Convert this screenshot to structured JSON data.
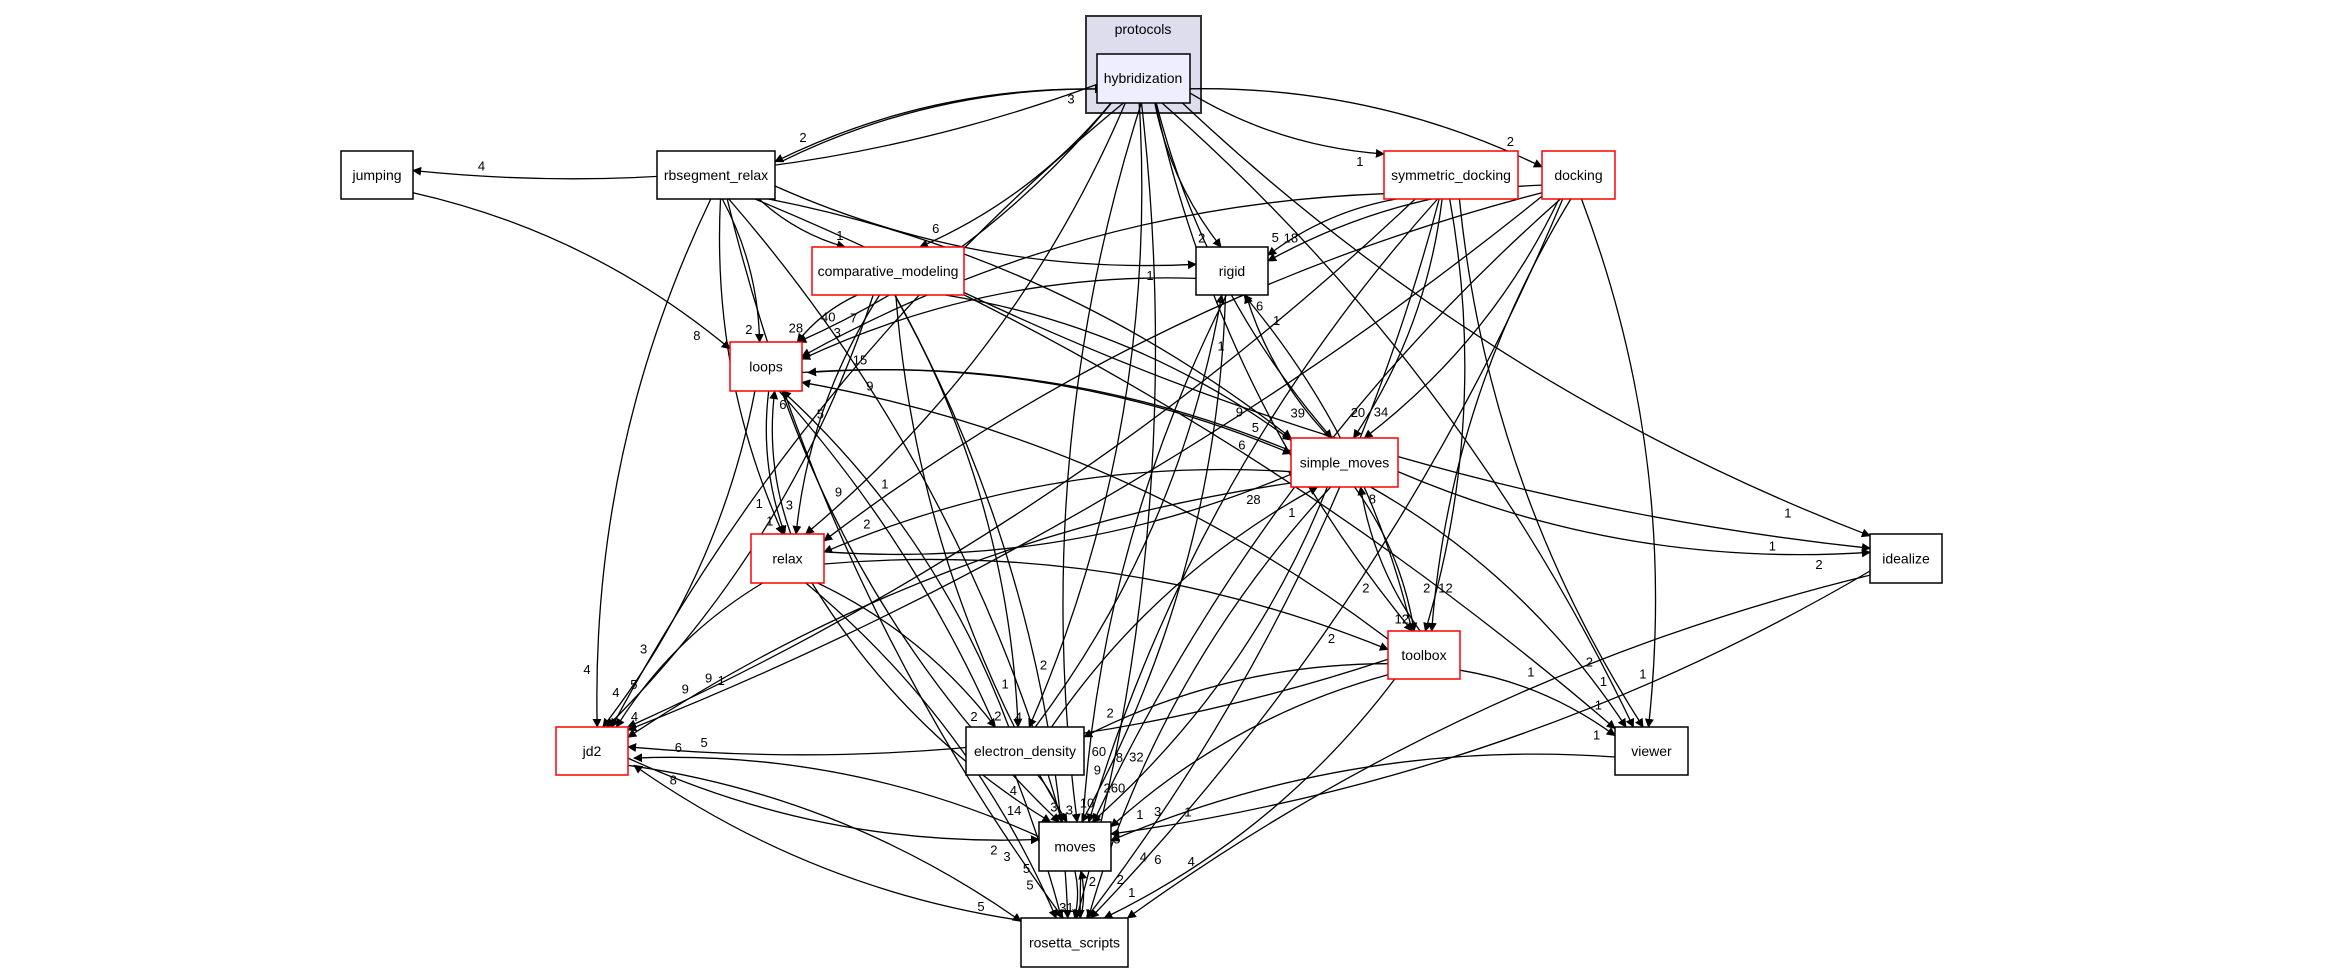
{
  "cluster": {
    "label": "protocols",
    "fill": "#ddddee"
  },
  "focus": {
    "id": "hybridization",
    "label": "hybridization",
    "fill": "#eeeeff"
  },
  "colors": {
    "has_subdirs_border": "#ff0000",
    "plain_border": "#000000",
    "edge": "#000000"
  },
  "nodes": [
    {
      "id": "jumping",
      "label": "jumping",
      "has_subdirs": false
    },
    {
      "id": "rbsegment_relax",
      "label": "rbsegment_relax",
      "has_subdirs": false
    },
    {
      "id": "comparative_modeling",
      "label": "comparative_modeling",
      "has_subdirs": true
    },
    {
      "id": "loops",
      "label": "loops",
      "has_subdirs": true
    },
    {
      "id": "symmetric_docking",
      "label": "symmetric_docking",
      "has_subdirs": true
    },
    {
      "id": "docking",
      "label": "docking",
      "has_subdirs": true
    },
    {
      "id": "rigid",
      "label": "rigid",
      "has_subdirs": false
    },
    {
      "id": "simple_moves",
      "label": "simple_moves",
      "has_subdirs": true
    },
    {
      "id": "relax",
      "label": "relax",
      "has_subdirs": true
    },
    {
      "id": "jd2",
      "label": "jd2",
      "has_subdirs": true
    },
    {
      "id": "electron_density",
      "label": "electron_density",
      "has_subdirs": false
    },
    {
      "id": "moves",
      "label": "moves",
      "has_subdirs": false
    },
    {
      "id": "rosetta_scripts",
      "label": "rosetta_scripts",
      "has_subdirs": false
    },
    {
      "id": "toolbox",
      "label": "toolbox",
      "has_subdirs": true
    },
    {
      "id": "viewer",
      "label": "viewer",
      "has_subdirs": false
    },
    {
      "id": "idealize",
      "label": "idealize",
      "has_subdirs": false
    }
  ],
  "edges": [
    {
      "from": "hybridization",
      "to": "jumping",
      "count": "4"
    },
    {
      "from": "hybridization",
      "to": "rbsegment_relax",
      "count": "2"
    },
    {
      "from": "hybridization",
      "to": "comparative_modeling",
      "count": "6"
    },
    {
      "from": "hybridization",
      "to": "symmetric_docking",
      "count": "1"
    },
    {
      "from": "hybridization",
      "to": "docking",
      "count": "2"
    },
    {
      "from": "hybridization",
      "to": "rigid",
      "count": "2"
    },
    {
      "from": "hybridization",
      "to": "loops",
      "count": "40"
    },
    {
      "from": "hybridization",
      "to": "simple_moves",
      "count": "39"
    },
    {
      "from": "hybridization",
      "to": "relax",
      "count": "9"
    },
    {
      "from": "hybridization",
      "to": "jd2",
      "count": "3"
    },
    {
      "from": "hybridization",
      "to": "electron_density",
      "count": "2"
    },
    {
      "from": "hybridization",
      "to": "moves",
      "count": "60"
    },
    {
      "from": "hybridization",
      "to": "rosetta_scripts",
      "count": "5"
    },
    {
      "from": "hybridization",
      "to": "toolbox",
      "count": "2"
    },
    {
      "from": "hybridization",
      "to": "viewer",
      "count": "2"
    },
    {
      "from": "hybridization",
      "to": "idealize",
      "count": "1"
    },
    {
      "from": "rbsegment_relax",
      "to": "hybridization",
      "count": "3"
    },
    {
      "from": "rbsegment_relax",
      "to": "comparative_modeling",
      "count": "1"
    },
    {
      "from": "rbsegment_relax",
      "to": "loops",
      "count": "2"
    },
    {
      "from": "rbsegment_relax",
      "to": "rigid",
      "count": "1"
    },
    {
      "from": "rbsegment_relax",
      "to": "simple_moves",
      "count": "9"
    },
    {
      "from": "rbsegment_relax",
      "to": "relax",
      "count": "1"
    },
    {
      "from": "rbsegment_relax",
      "to": "viewer",
      "count": "1"
    },
    {
      "from": "rbsegment_relax",
      "to": "jd2",
      "count": "4"
    },
    {
      "from": "rbsegment_relax",
      "to": "moves",
      "count": "4"
    },
    {
      "from": "rbsegment_relax",
      "to": "rosetta_scripts",
      "count": "3"
    },
    {
      "from": "jumping",
      "to": "loops",
      "count": "8"
    },
    {
      "from": "comparative_modeling",
      "to": "loops",
      "count": "28"
    },
    {
      "from": "comparative_modeling",
      "to": "simple_moves",
      "count": "5"
    },
    {
      "from": "comparative_modeling",
      "to": "relax",
      "count": "3"
    },
    {
      "from": "comparative_modeling",
      "to": "electron_density",
      "count": "1"
    },
    {
      "from": "comparative_modeling",
      "to": "idealize",
      "count": "1"
    },
    {
      "from": "comparative_modeling",
      "to": "jd2",
      "count": "5"
    },
    {
      "from": "comparative_modeling",
      "to": "moves",
      "count": "2"
    },
    {
      "from": "comparative_modeling",
      "to": "rosetta_scripts",
      "count": "3"
    },
    {
      "from": "symmetric_docking",
      "to": "rigid",
      "count": "5"
    },
    {
      "from": "symmetric_docking",
      "to": "simple_moves",
      "count": "20"
    },
    {
      "from": "symmetric_docking",
      "to": "loops",
      "count": "7"
    },
    {
      "from": "symmetric_docking",
      "to": "toolbox",
      "count": "2"
    },
    {
      "from": "symmetric_docking",
      "to": "viewer",
      "count": "1"
    },
    {
      "from": "symmetric_docking",
      "to": "jd2",
      "count": "9"
    },
    {
      "from": "symmetric_docking",
      "to": "moves",
      "count": "8"
    },
    {
      "from": "symmetric_docking",
      "to": "rosetta_scripts",
      "count": "4"
    },
    {
      "from": "docking",
      "to": "rigid",
      "count": "18"
    },
    {
      "from": "docking",
      "to": "simple_moves",
      "count": "34"
    },
    {
      "from": "docking",
      "to": "toolbox",
      "count": "12"
    },
    {
      "from": "docking",
      "to": "viewer",
      "count": "1"
    },
    {
      "from": "docking",
      "to": "relax",
      "count": "1"
    },
    {
      "from": "docking",
      "to": "jd2",
      "count": "1"
    },
    {
      "from": "docking",
      "to": "moves",
      "count": "32"
    },
    {
      "from": "docking",
      "to": "rosetta_scripts",
      "count": "6"
    },
    {
      "from": "rigid",
      "to": "loops",
      "count": "3"
    },
    {
      "from": "rigid",
      "to": "moves",
      "count": "9"
    },
    {
      "from": "rigid",
      "to": "rosetta_scripts",
      "count": "3"
    },
    {
      "from": "loops",
      "to": "simple_moves",
      "count": "6"
    },
    {
      "from": "loops",
      "to": "relax",
      "count": "1"
    },
    {
      "from": "loops",
      "to": "jd2",
      "count": "4"
    },
    {
      "from": "loops",
      "to": "moves",
      "count": "4"
    },
    {
      "from": "loops",
      "to": "rosetta_scripts",
      "count": "5"
    },
    {
      "from": "simple_moves",
      "to": "loops",
      "count": "15"
    },
    {
      "from": "simple_moves",
      "to": "rigid",
      "count": "6"
    },
    {
      "from": "simple_moves",
      "to": "relax",
      "count": "2"
    },
    {
      "from": "simple_moves",
      "to": "toolbox",
      "count": "12"
    },
    {
      "from": "simple_moves",
      "to": "idealize",
      "count": "2"
    },
    {
      "from": "simple_moves",
      "to": "viewer",
      "count": "1"
    },
    {
      "from": "simple_moves",
      "to": "jd2",
      "count": "9"
    },
    {
      "from": "simple_moves",
      "to": "moves",
      "count": "260"
    },
    {
      "from": "simple_moves",
      "to": "rosetta_scripts",
      "count": "2"
    },
    {
      "from": "relax",
      "to": "loops",
      "count": "6"
    },
    {
      "from": "relax",
      "to": "simple_moves",
      "count": "28"
    },
    {
      "from": "relax",
      "to": "toolbox",
      "count": "2"
    },
    {
      "from": "relax",
      "to": "jd2",
      "count": "4"
    },
    {
      "from": "relax",
      "to": "electron_density",
      "count": "2"
    },
    {
      "from": "relax",
      "to": "moves",
      "count": "14"
    },
    {
      "from": "relax",
      "to": "rosetta_scripts",
      "count": "5"
    },
    {
      "from": "toolbox",
      "to": "rigid",
      "count": "1"
    },
    {
      "from": "toolbox",
      "to": "simple_moves",
      "count": "8"
    },
    {
      "from": "toolbox",
      "to": "loops",
      "count": "9"
    },
    {
      "from": "toolbox",
      "to": "jd2",
      "count": "5"
    },
    {
      "from": "toolbox",
      "to": "electron_density",
      "count": "2"
    },
    {
      "from": "toolbox",
      "to": "viewer",
      "count": "1"
    },
    {
      "from": "toolbox",
      "to": "moves",
      "count": "1"
    },
    {
      "from": "toolbox",
      "to": "rosetta_scripts",
      "count": "1"
    },
    {
      "from": "electron_density",
      "to": "rigid",
      "count": "1"
    },
    {
      "from": "electron_density",
      "to": "simple_moves",
      "count": "1"
    },
    {
      "from": "electron_density",
      "to": "loops",
      "count": "5"
    },
    {
      "from": "electron_density",
      "to": "moves",
      "count": "10"
    },
    {
      "from": "jd2",
      "to": "moves",
      "count": "2"
    },
    {
      "from": "jd2",
      "to": "rosetta_scripts",
      "count": "5"
    },
    {
      "from": "moves",
      "to": "jd2",
      "count": "6"
    },
    {
      "from": "moves",
      "to": "rosetta_scripts",
      "count": "31"
    },
    {
      "from": "rosetta_scripts",
      "to": "moves",
      "count": "2"
    },
    {
      "from": "rosetta_scripts",
      "to": "jd2",
      "count": "8"
    },
    {
      "from": "viewer",
      "to": "moves",
      "count": "3"
    },
    {
      "from": "idealize",
      "to": "moves",
      "count": "1"
    },
    {
      "from": "idealize",
      "to": "rosetta_scripts",
      "count": "4"
    }
  ]
}
